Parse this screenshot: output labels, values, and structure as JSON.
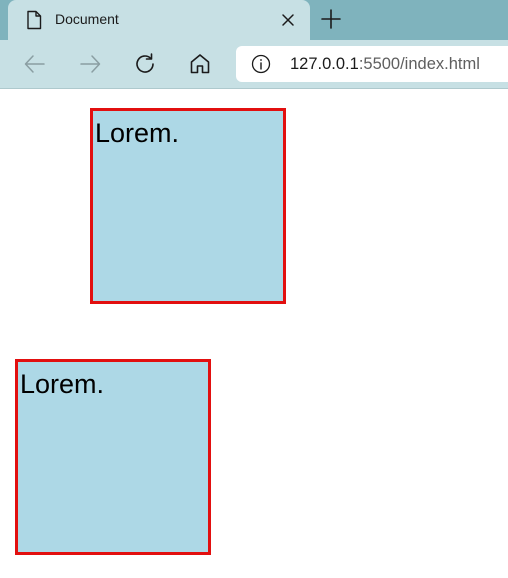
{
  "browser": {
    "tab_title": "Document",
    "address_host": "127.0.0.1",
    "address_rest": ":5500/index.html",
    "icons": {
      "tab": "document-icon",
      "close": "close-icon",
      "new_tab": "plus-icon",
      "back": "arrow-left-icon",
      "forward": "arrow-right-icon",
      "refresh": "refresh-icon",
      "home": "home-icon",
      "site_info": "info-icon"
    }
  },
  "page": {
    "box1_text": "Lorem.",
    "box2_text": "Lorem."
  },
  "colors": {
    "box_fill": "#add8e6",
    "box_border": "#e20f0f",
    "browser_chrome": "#c7e0e4",
    "tabstrip": "#7fb3bd"
  }
}
